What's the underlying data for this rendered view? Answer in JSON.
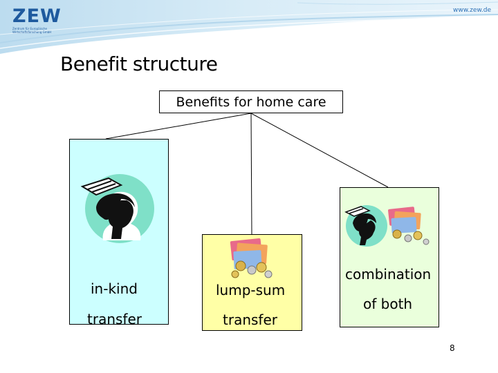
{
  "header": {
    "logo_text": "ZEW",
    "logo_subtitle": "Zentrum für Europäische Wirtschaftsforschung GmbH",
    "site_url": "www.zew.de"
  },
  "slide": {
    "title": "Benefit structure",
    "page_number": "8"
  },
  "diagram": {
    "root": "Benefits for home care",
    "branches": [
      {
        "line1": "in-kind",
        "line2": "transfer",
        "fill": "#ccffff",
        "icon": "nurse-icon"
      },
      {
        "line1": "lump-sum",
        "line2": "transfer",
        "fill": "#ffffa6",
        "icon": "money-icon"
      },
      {
        "line1": "combination",
        "line2": "of both",
        "fill": "#eaffdc",
        "icon": "nurse-and-money-icon"
      }
    ]
  },
  "colors": {
    "brand": "#1e5a9e",
    "wave": "#cfe6f4"
  }
}
